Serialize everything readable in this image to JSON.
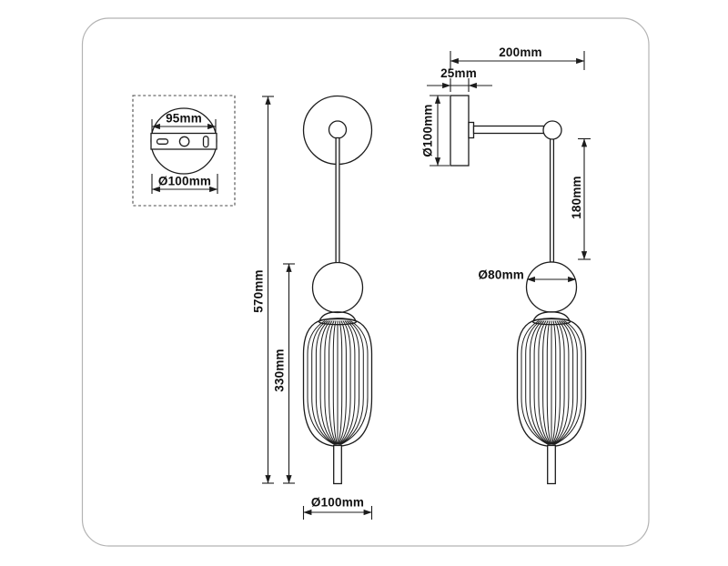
{
  "colors": {
    "ink": "#1c1c1c",
    "frame_border": "#b3b3b3",
    "background": "#ffffff"
  },
  "detail_view": {
    "mount_width": "95mm",
    "plate_diameter": "Ø100mm"
  },
  "front_view": {
    "total_height": "570mm",
    "body_height": "330mm",
    "shade_diameter": "Ø100mm"
  },
  "side_view": {
    "arm_projection": "200mm",
    "plate_depth": "25mm",
    "plate_diameter": "Ø100mm",
    "rod_length": "180mm",
    "sphere_diameter": "Ø80mm"
  }
}
